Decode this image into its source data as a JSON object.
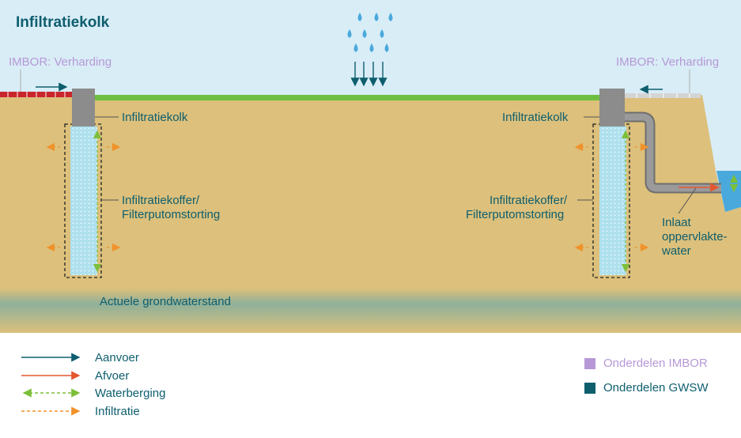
{
  "title": "Infiltratiekolk",
  "labels": {
    "imbor_left": "IMBOR: Verharding",
    "imbor_right": "IMBOR: Verharding",
    "kolk_left": "Infiltratiekolk",
    "kolk_right": "Infiltratiekolk",
    "koffer_left_1": "Infiltratiekoffer/",
    "koffer_left_2": "Filterputomstorting",
    "koffer_right_1": "Infiltratiekoffer/",
    "koffer_right_2": "Filterputomstorting",
    "inlaat_1": "Inlaat",
    "inlaat_2": "oppervlakte-",
    "inlaat_3": "water",
    "grondwater": "Actuele grondwaterstand"
  },
  "legend": [
    {
      "label": "Aanvoer",
      "color": "#0e5e6e",
      "style": "solid"
    },
    {
      "label": "Afvoer",
      "color": "#e4572e",
      "style": "solid"
    },
    {
      "label": "Waterberging",
      "color": "#7cbf3a",
      "style": "dashed-double"
    },
    {
      "label": "Infiltratie",
      "color": "#f0922b",
      "style": "dashed"
    }
  ],
  "key": [
    {
      "label": "Onderdelen IMBOR",
      "color": "#b698d6"
    },
    {
      "label": "Onderdelen GWSW",
      "color": "#0e5e6e"
    }
  ],
  "colors": {
    "sky": "#d9edf7",
    "soil": "#dcc07b",
    "grass": "#6cbf3f",
    "concrete": "#8c8c8c",
    "water": "#4aa9dc",
    "koffer": "#aee0ee"
  }
}
